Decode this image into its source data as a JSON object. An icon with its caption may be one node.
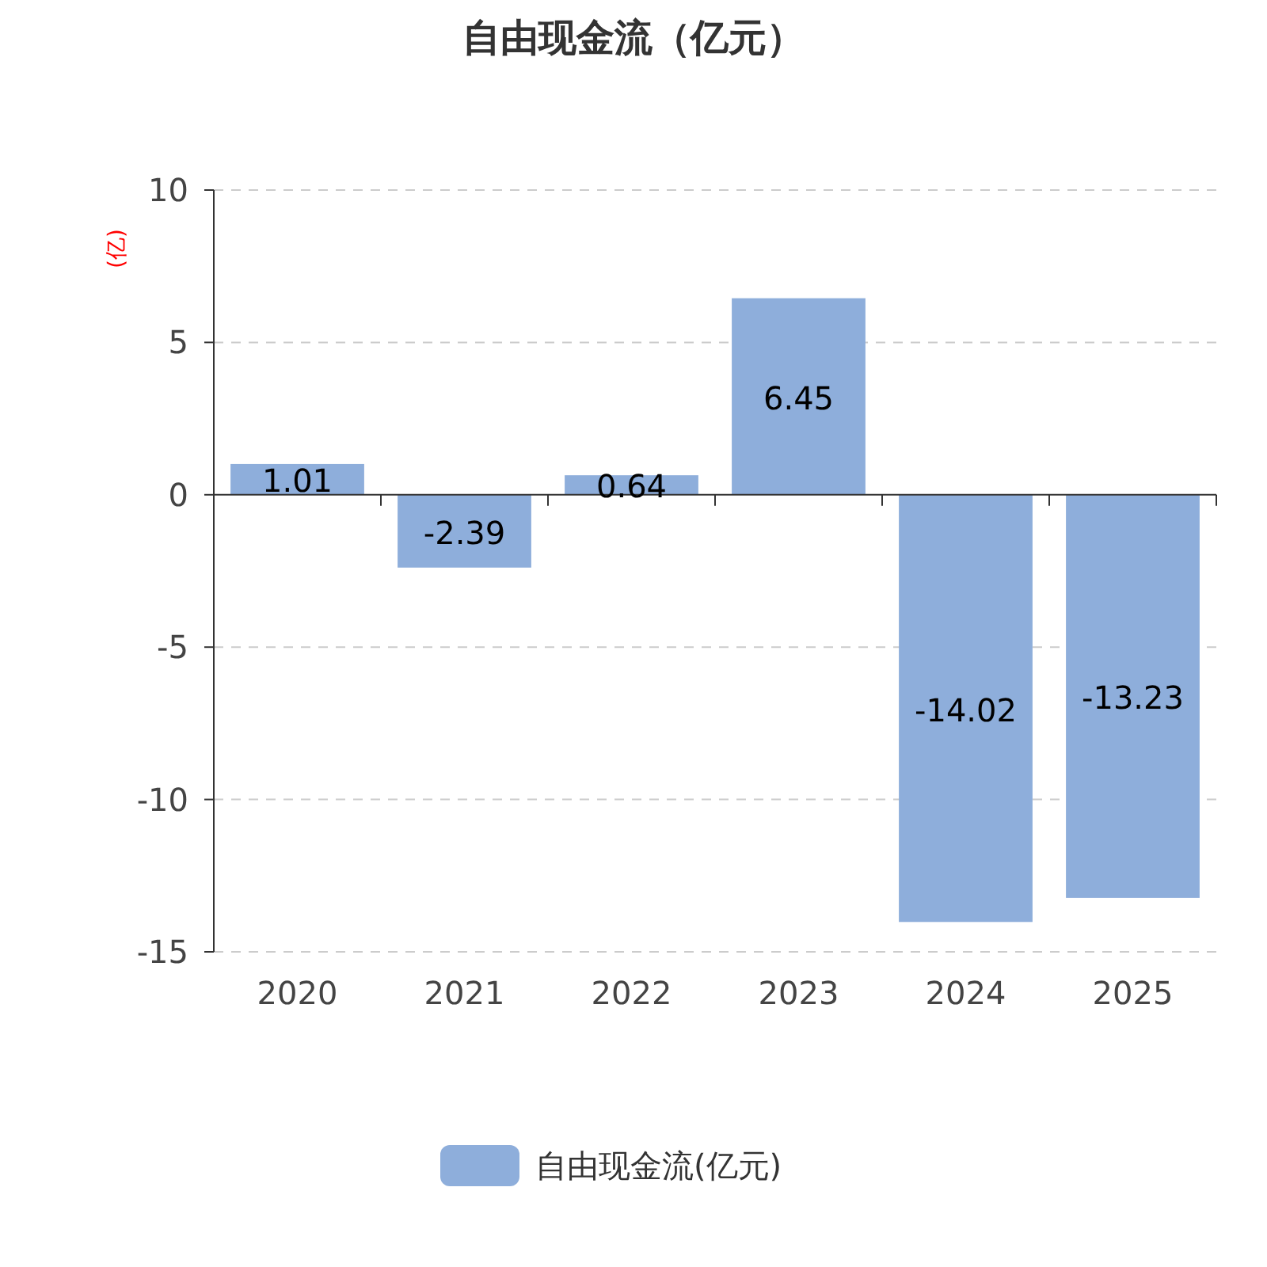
{
  "diagram": {
    "title": "自由现金流（亿元）",
    "legend": [
      {
        "text": "自由现金流(亿元)",
        "color": "#8eaedb"
      }
    ],
    "chart_data": {
      "type": "bar",
      "ylabel": "(亿)",
      "categories": [
        "2020",
        "2021",
        "2022",
        "2023",
        "2024",
        "2025"
      ],
      "series": [
        {
          "color": "#8eaedb",
          "values": [
            1.01,
            -2.39,
            0.64,
            6.45,
            -14.02,
            -13.23
          ]
        }
      ],
      "ylim": [
        -15,
        10
      ],
      "yticks": [
        -15,
        -10,
        -5,
        0,
        5,
        10
      ],
      "data_labels": true,
      "grid": true
    }
  }
}
